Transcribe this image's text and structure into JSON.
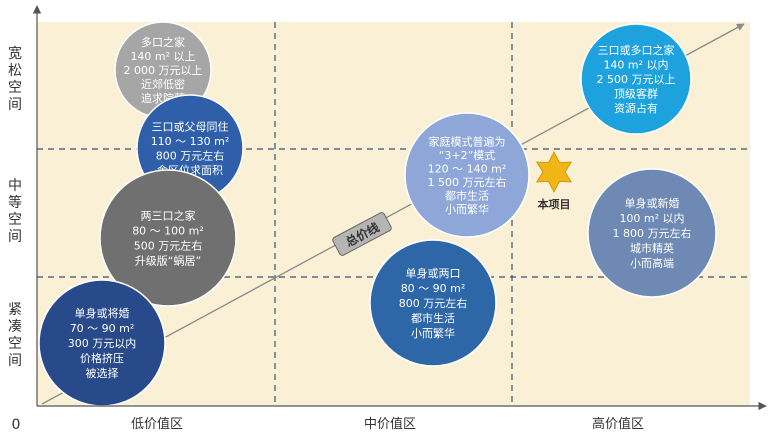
{
  "colors": {
    "background_panel": "#faf0d6",
    "axis": "#555555",
    "divider": "#3b4f74",
    "trend_line": "#8a8a8a",
    "star": "#f2b517"
  },
  "origin_label": "0",
  "y_axis": {
    "bands": [
      {
        "text": "宽松空间"
      },
      {
        "text": "中等空间"
      },
      {
        "text": "紧凑空间"
      }
    ]
  },
  "x_axis": {
    "zones": [
      {
        "text": "低价值区"
      },
      {
        "text": "中价值区"
      },
      {
        "text": "高价值区"
      }
    ]
  },
  "trend_line_label": "总价线",
  "project_marker": {
    "label": "本项目"
  },
  "circles": [
    {
      "id": "c1",
      "color": "#a6a6a6",
      "lines": [
        "多口之家",
        "140 m² 以上",
        "2 000 万元以上",
        "近郊低密",
        "追求院落"
      ]
    },
    {
      "id": "c2",
      "color": "#2e5fa8",
      "lines": [
        "三口或父母同住",
        "110 ～ 130 m²",
        "800 万元左右",
        "舍区位求面积"
      ]
    },
    {
      "id": "c3",
      "color": "#707070",
      "lines": [
        "两三口之家",
        "80 ～ 100 m²",
        "500 万元左右",
        "升级版“蜗居”"
      ]
    },
    {
      "id": "c4",
      "color": "#284a8a",
      "lines": [
        "单身或将婚",
        "70 ～ 90 m²",
        "300 万元以内",
        "价格挤压",
        "被选择"
      ]
    },
    {
      "id": "c5",
      "color": "#8ea7d8",
      "lines": [
        "家庭模式普遍为",
        "“3+2”模式",
        "120 ～ 140 m²",
        "1 500 万元左右",
        "都市生活",
        "小而繁华"
      ]
    },
    {
      "id": "c6",
      "color": "#2e67a8",
      "lines": [
        "单身或两口",
        "80 ～ 90 m²",
        "800 万元左右",
        "都市生活",
        "小而繁华"
      ]
    },
    {
      "id": "c7",
      "color": "#1da2de",
      "lines": [
        "三口或多口之家",
        "140 m² 以内",
        "2 500 万元以上",
        "顶级客群",
        "资源占有"
      ]
    },
    {
      "id": "c8",
      "color": "#6e89b3",
      "lines": [
        "单身或新婚",
        "100 m² 以内",
        "1 800 万元左右",
        "城市精英",
        "小而高端"
      ]
    }
  ]
}
